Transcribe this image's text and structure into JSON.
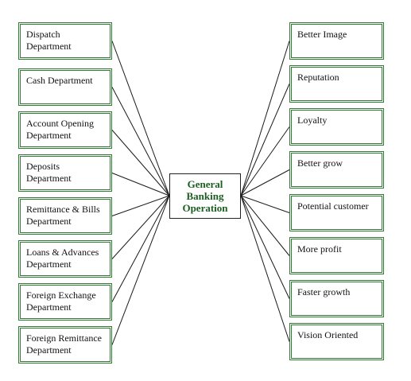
{
  "center": {
    "label": "General\nBanking\nOperation"
  },
  "left_nodes": [
    {
      "label": "Dispatch\nDepartment"
    },
    {
      "label": "Cash Department"
    },
    {
      "label": "Account Opening\nDepartment"
    },
    {
      "label": "Deposits\nDepartment"
    },
    {
      "label": "Remittance  & Bills\nDepartment"
    },
    {
      "label": "Loans & Advances\nDepartment"
    },
    {
      "label": "Foreign Exchange\nDepartment"
    },
    {
      "label": "Foreign Remittance\nDepartment"
    }
  ],
  "right_nodes": [
    {
      "label": "Better Image"
    },
    {
      "label": "Reputation"
    },
    {
      "label": "Loyalty"
    },
    {
      "label": "Better grow"
    },
    {
      "label": "Potential customer"
    },
    {
      "label": "More profit"
    },
    {
      "label": "Faster growth"
    },
    {
      "label": "Vision Oriented"
    }
  ],
  "colors": {
    "box_border": "#2e7d32",
    "center_text": "#1b5e20",
    "connector": "#1a1a1a"
  }
}
